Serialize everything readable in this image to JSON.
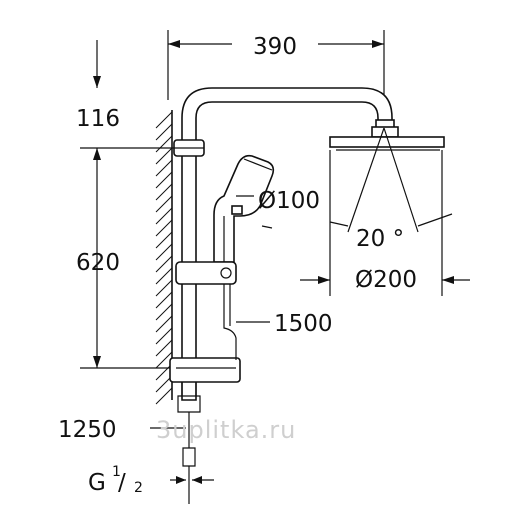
{
  "dimensions": {
    "arm_reach": "390",
    "top_offset": "116",
    "rail_height": "620",
    "hand_shower_diameter": "Ø100",
    "head_tilt_angle": "20 °",
    "head_shower_diameter": "Ø200",
    "hose_length": "1500",
    "mixer_height": "1250",
    "thread_prefix": "G",
    "thread_numerator": "1",
    "thread_denominator": "2"
  },
  "watermark": "3uplitka.ru",
  "colors": {
    "line": "#111111",
    "watermark": "#cfcfcf",
    "background": "#ffffff"
  }
}
